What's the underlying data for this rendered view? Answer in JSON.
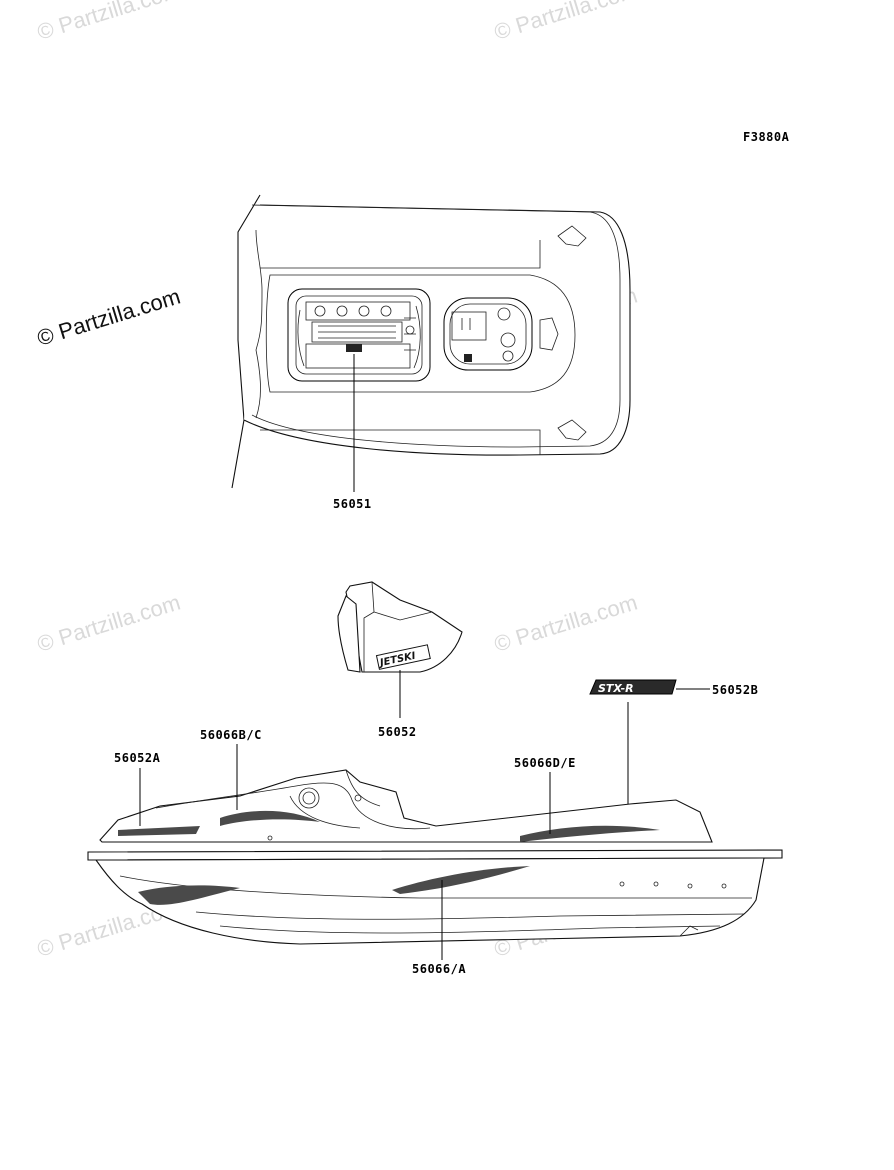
{
  "figure_code": "F3880A",
  "watermark_text": "© Partzilla.com",
  "watermark_prominent": "© Partzilla.com",
  "callouts": [
    {
      "id": "56051",
      "text": "56051"
    },
    {
      "id": "56052",
      "text": "56052"
    },
    {
      "id": "56052A",
      "text": "56052A"
    },
    {
      "id": "56052B",
      "text": "56052B"
    },
    {
      "id": "56066BC",
      "text": "56066B/C"
    },
    {
      "id": "56066DE",
      "text": "56066D/E"
    },
    {
      "id": "56066A",
      "text": "56066/A"
    }
  ],
  "decal_jetski": "JETSKI",
  "decal_model": "STX-R",
  "colors": {
    "line": "#000000",
    "watermark": "#d9d9d9",
    "stripe": "#4a4a4a"
  }
}
